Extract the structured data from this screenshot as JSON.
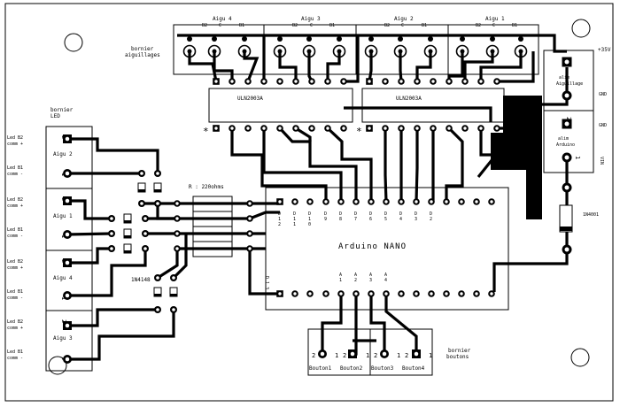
{
  "top_terminal": {
    "label": [
      "bornier",
      "aiguillages"
    ],
    "groups": [
      {
        "name": "Aigu 4",
        "pins": [
          "B2",
          "C",
          "B1"
        ]
      },
      {
        "name": "Aigu 3",
        "pins": [
          "B2",
          "C",
          "B1"
        ]
      },
      {
        "name": "Aigu 2",
        "pins": [
          "B2",
          "C",
          "B1"
        ]
      },
      {
        "name": "Aigu 1",
        "pins": [
          "B2",
          "C",
          "B1"
        ]
      }
    ]
  },
  "ic_labels": [
    "ULN2003A",
    "ULN2003A"
  ],
  "supply": {
    "voltage": "+35V",
    "aiguillage": [
      "alim",
      "Aiguillage"
    ],
    "arduino": [
      "alim",
      "Arduino"
    ],
    "gnd": "GND",
    "vin": "VIN",
    "pin_1": "1",
    "pin_2": "2"
  },
  "diode": "1N4001",
  "arduino": {
    "name": "Arduino NANO",
    "top_pins": [
      "D 1 2",
      "D 1 1",
      "D 1 0",
      "D 9",
      "D 8",
      "D 7",
      "D 6",
      "D 5",
      "D 4",
      "D 3",
      "D 2"
    ],
    "bottom_pins": [
      "A 1",
      "A 2",
      "A 3",
      "A 4"
    ],
    "side_label": "D 1 3"
  },
  "resistor_label": "R : 220ohms",
  "led_diode": "1N4148",
  "led_terminal": {
    "label": [
      "bornier",
      "LED"
    ],
    "modules": [
      {
        "name": "Aigu 2",
        "pin_top": "2",
        "pin_bottom": "1"
      },
      {
        "name": "Aigu 1",
        "pin_top": "2",
        "pin_bottom": "1"
      },
      {
        "name": "Aigu 4",
        "pin_top": "2",
        "pin_bottom": "1"
      },
      {
        "name": "Aigu 3",
        "pin_top": "2",
        "pin_bottom": "1"
      }
    ],
    "side_labels": [
      "Led B2",
      "comm +",
      "Led B1",
      "comm -"
    ]
  },
  "button_terminal": {
    "label": [
      "bornier",
      "boutons"
    ],
    "buttons": [
      "Bouton1",
      "Bouton2",
      "Bouton3",
      "Bouton4"
    ],
    "pin_left": "2",
    "pin_right": "1"
  }
}
